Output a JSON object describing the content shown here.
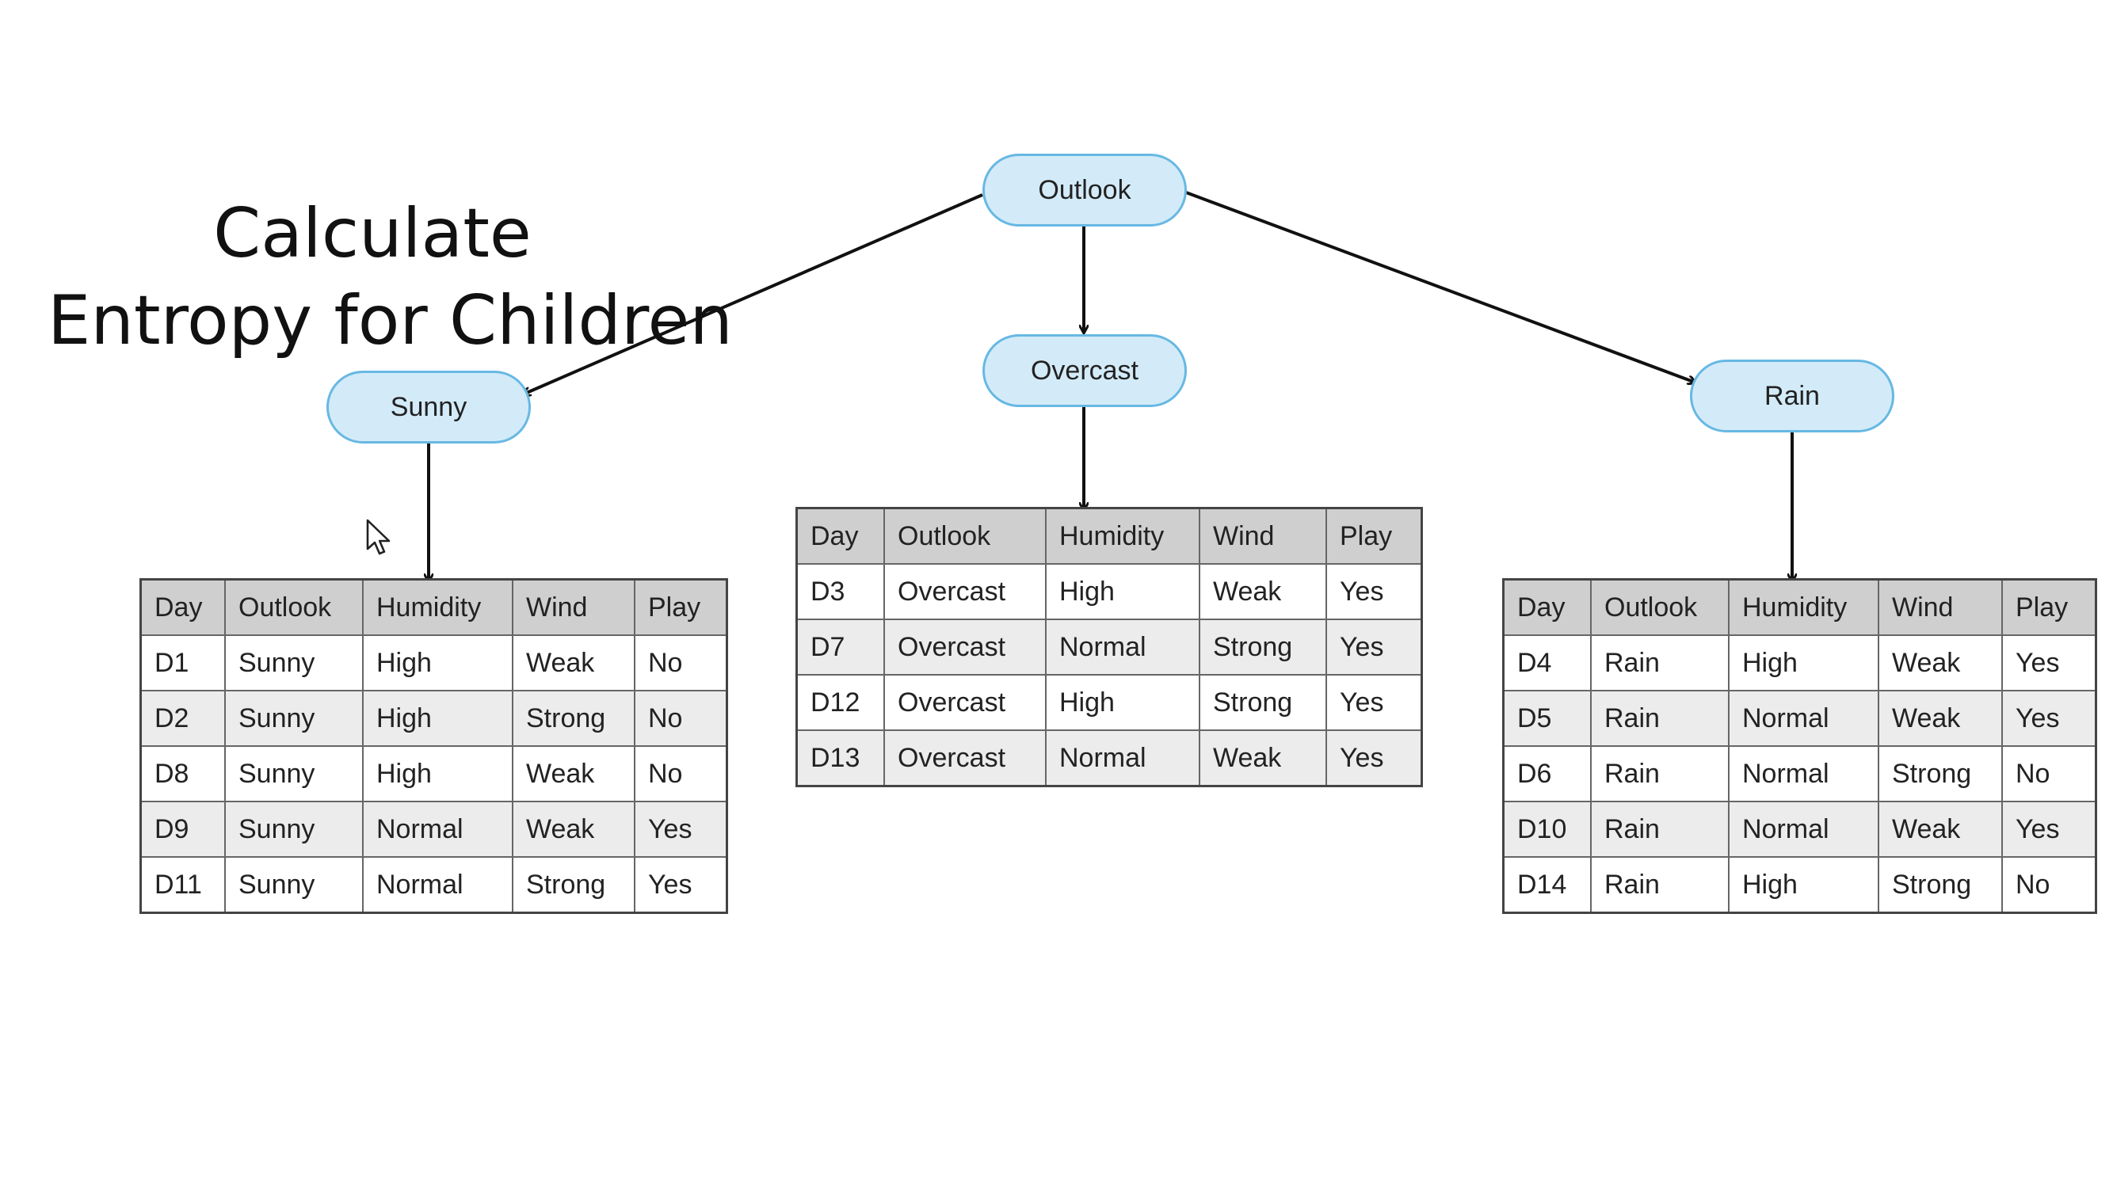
{
  "title": {
    "line1": "Calculate",
    "line2": "Entropy for Children"
  },
  "tree": {
    "root": "Outlook",
    "children": [
      "Sunny",
      "Overcast",
      "Rain"
    ]
  },
  "columns": [
    "Day",
    "Outlook",
    "Humidity",
    "Wind",
    "Play"
  ],
  "tables": {
    "sunny": [
      [
        "D1",
        "Sunny",
        "High",
        "Weak",
        "No"
      ],
      [
        "D2",
        "Sunny",
        "High",
        "Strong",
        "No"
      ],
      [
        "D8",
        "Sunny",
        "High",
        "Weak",
        "No"
      ],
      [
        "D9",
        "Sunny",
        "Normal",
        "Weak",
        "Yes"
      ],
      [
        "D11",
        "Sunny",
        "Normal",
        "Strong",
        "Yes"
      ]
    ],
    "overcast": [
      [
        "D3",
        "Overcast",
        "High",
        "Weak",
        "Yes"
      ],
      [
        "D7",
        "Overcast",
        "Normal",
        "Strong",
        "Yes"
      ],
      [
        "D12",
        "Overcast",
        "High",
        "Strong",
        "Yes"
      ],
      [
        "D13",
        "Overcast",
        "Normal",
        "Weak",
        "Yes"
      ]
    ],
    "rain": [
      [
        "D4",
        "Rain",
        "High",
        "Weak",
        "Yes"
      ],
      [
        "D5",
        "Rain",
        "Normal",
        "Weak",
        "Yes"
      ],
      [
        "D6",
        "Rain",
        "Normal",
        "Strong",
        "No"
      ],
      [
        "D10",
        "Rain",
        "Normal",
        "Weak",
        "Yes"
      ],
      [
        "D14",
        "Rain",
        "High",
        "Strong",
        "No"
      ]
    ]
  },
  "colors": {
    "node_fill": "#d3ebf8",
    "node_border": "#67b8e3",
    "header_fill": "#cfcfcf",
    "stripe_fill": "#ececec",
    "arrow": "#111111"
  }
}
